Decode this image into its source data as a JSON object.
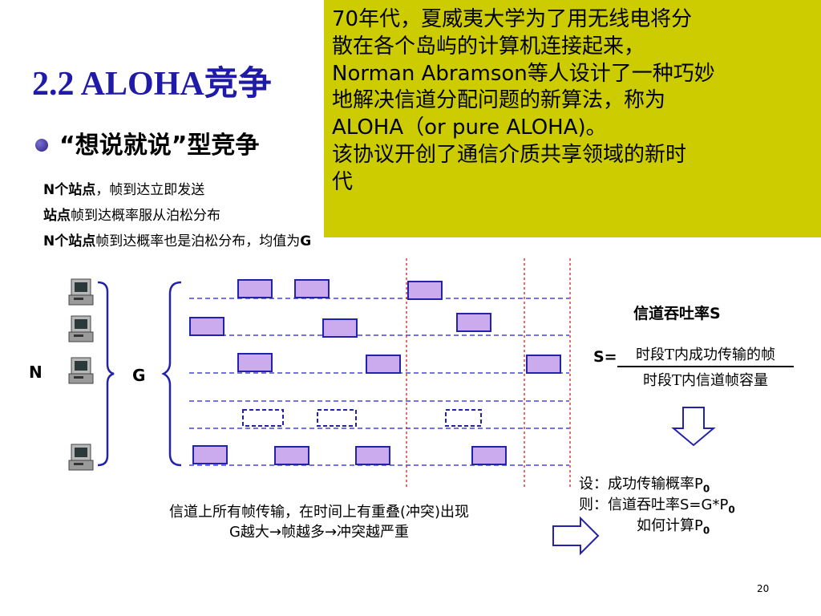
{
  "title": "2.2 ALOHA竞争",
  "bullet": "“想说就说”型竞争",
  "description": {
    "line1_bold": "N个站点",
    "line1_rest": "，帧到达立即发送",
    "line2_bold": "站点",
    "line2_rest": "帧到达概率服从泊松分布",
    "line3_bold": "N个站点",
    "line3_rest": "帧到达概率也是泊松分布，均值为",
    "line3_end": "G"
  },
  "popup": {
    "lines": [
      "70年代，夏威夷大学为了用无线电将分",
      "散在各个岛屿的计算机连接起来，",
      "Norman Abramson等人设计了一种巧妙",
      "地解决信道分配问题的新算法，称为",
      "ALOHA（or pure ALOHA)。",
      "该协议开创了通信介质共享领域的新时",
      "代"
    ],
    "background": "#cccc00"
  },
  "diagram": {
    "n_label": "N",
    "g_label": "G",
    "frame_color": "#ccaaee",
    "frame_border": "#2222aa",
    "line_color": "#2222cc",
    "cut_line_color": "#cc2222"
  },
  "throughput": {
    "label": "信道吞吐率S",
    "s_prefix": "S=",
    "numerator": "时段T内成功传输的帧",
    "denominator": "时段T内信道帧容量"
  },
  "steps": {
    "line1": "设：成功传输概率P",
    "line1_sub": "0",
    "line2": "则：信道吞吐率S=G*P",
    "line2_sub": "0",
    "line3": "如何计算P",
    "line3_sub": "0"
  },
  "bottom": {
    "line1": "信道上所有帧传输，在时间上有重叠(冲突)出现",
    "line2": "G越大→帧越多→冲突越严重"
  },
  "page_number": "20"
}
